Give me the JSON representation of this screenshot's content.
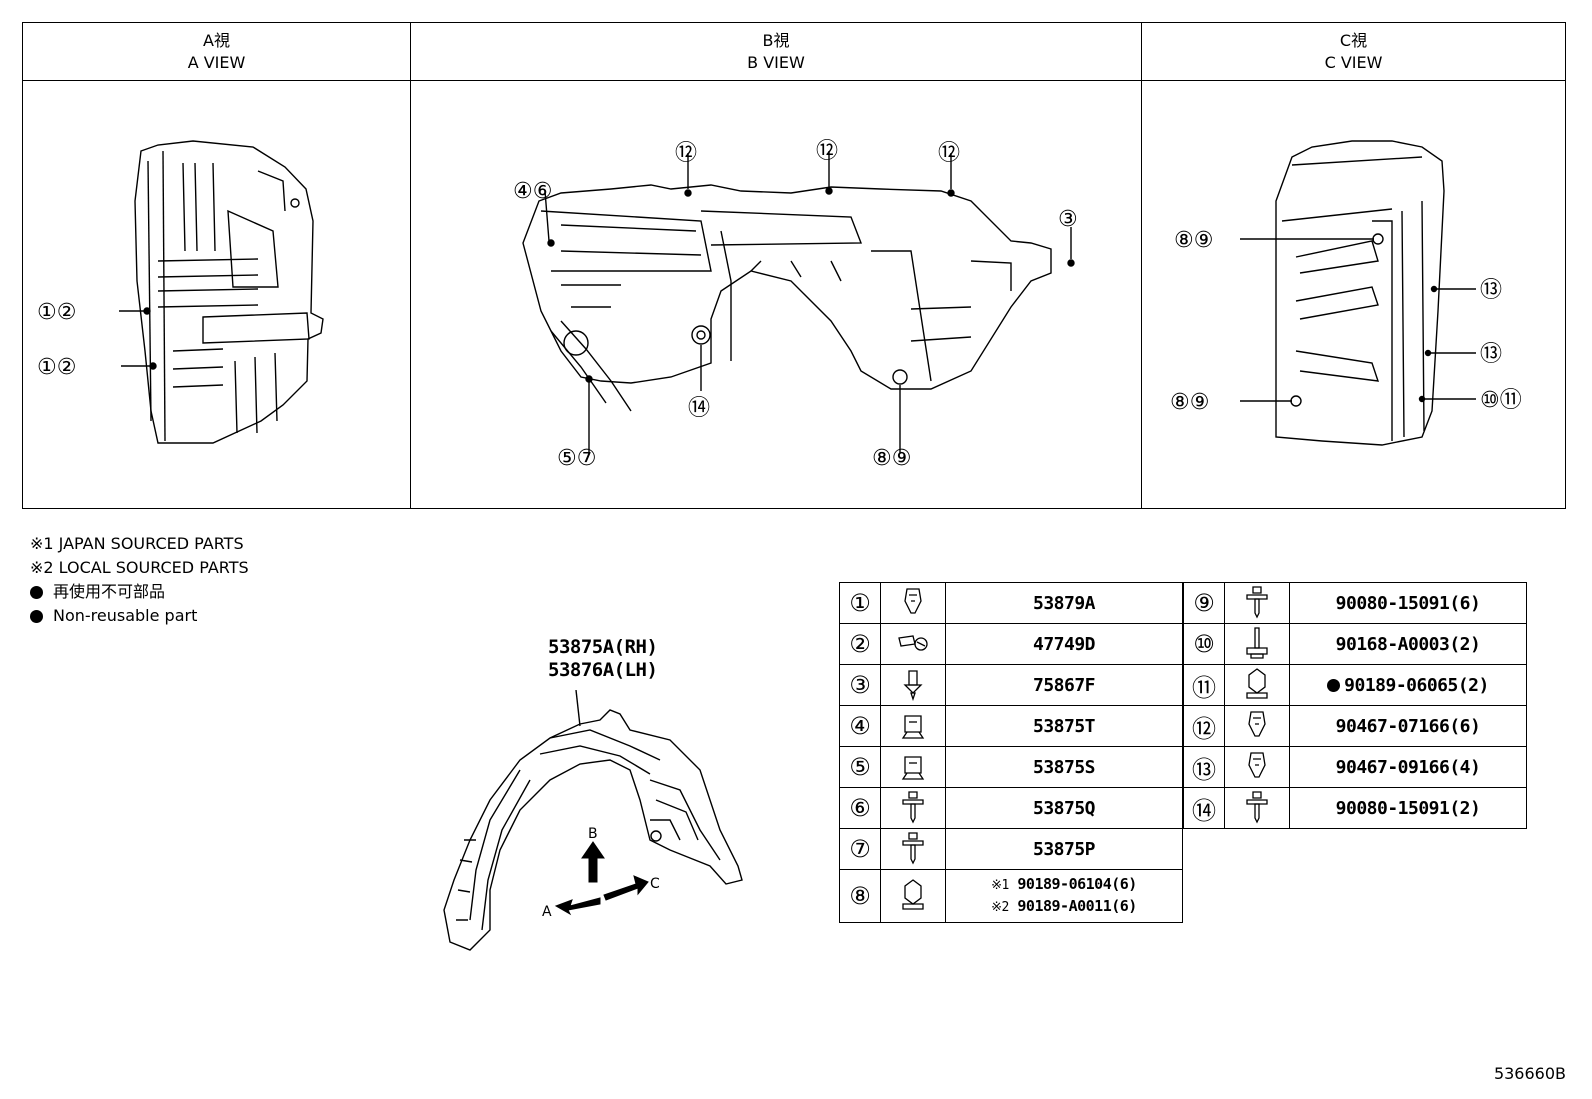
{
  "views": [
    {
      "title_jp": "A視",
      "title_en": "A VIEW"
    },
    {
      "title_jp": "B視",
      "title_en": "B VIEW"
    },
    {
      "title_jp": "C視",
      "title_en": "C VIEW"
    }
  ],
  "callouts": {
    "a_top": "①②",
    "a_bottom": "①②",
    "b_46": "④⑥",
    "b_12a": "⑫",
    "b_12b": "⑫",
    "b_12c": "⑫",
    "b_3": "③",
    "b_14": "⑭",
    "b_57": "⑤⑦",
    "b_89": "⑧⑨",
    "c_89_top": "⑧⑨",
    "c_89_bottom": "⑧⑨",
    "c_13_top": "⑬",
    "c_13_bottom": "⑬",
    "c_1011": "⑩⑪"
  },
  "notes": {
    "note1": "※1 JAPAN SOURCED PARTS",
    "note2": "※2 LOCAL SOURCED PARTS",
    "note3": "再使用不可部品",
    "note4": "Non-reusable part"
  },
  "main_part": {
    "rh": "53875A(RH)",
    "lh": "53876A(LH)",
    "arrow_a": "A",
    "arrow_b": "B",
    "arrow_c": "C"
  },
  "parts_left": [
    {
      "num": "①",
      "icon": "clip-icon",
      "pn": "53879A"
    },
    {
      "num": "②",
      "icon": "clamp-icon",
      "pn": "47749D"
    },
    {
      "num": "③",
      "icon": "push-rivet-icon",
      "pn": "75867F"
    },
    {
      "num": "④",
      "icon": "nut-clip-icon",
      "pn": "53875T"
    },
    {
      "num": "⑤",
      "icon": "nut-clip-icon",
      "pn": "53875S"
    },
    {
      "num": "⑥",
      "icon": "screw-icon",
      "pn": "53875Q"
    },
    {
      "num": "⑦",
      "icon": "screw-icon",
      "pn": "53875P"
    }
  ],
  "part8": {
    "num": "⑧",
    "icon": "nut-icon",
    "mark1": "※1",
    "pn1": "90189-06104(6)",
    "mark2": "※2",
    "pn2": "90189-A0011(6)"
  },
  "parts_right": [
    {
      "num": "⑨",
      "icon": "screw-icon",
      "pn": "90080-15091(6)"
    },
    {
      "num": "⑩",
      "icon": "bolt-icon",
      "pn": "90168-A0003(2)"
    },
    {
      "num": "⑪",
      "icon": "nut-icon",
      "pn": "90189-06065(2)",
      "nonreusable": true
    },
    {
      "num": "⑫",
      "icon": "clip-icon",
      "pn": "90467-07166(6)"
    },
    {
      "num": "⑬",
      "icon": "clip-icon",
      "pn": "90467-09166(4)"
    },
    {
      "num": "⑭",
      "icon": "screw-icon",
      "pn": "90080-15091(2)"
    }
  ],
  "doc_number": "536660B"
}
